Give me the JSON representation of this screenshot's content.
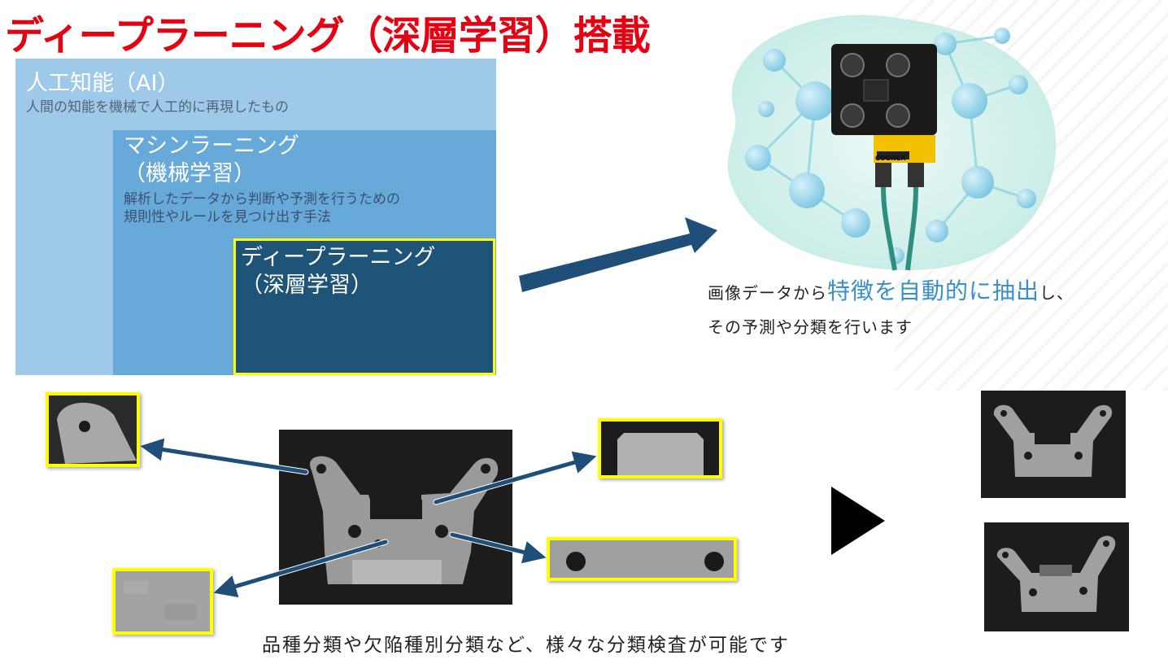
{
  "title": "ディープラーニング（深層学習）搭載",
  "ai": {
    "heading": "人工知能（AI）",
    "description": "人間の知能を機械で人工的に再現したもの"
  },
  "ml": {
    "heading_line1": "マシンラーニング",
    "heading_line2": "（機械学習）",
    "description_line1": "解析したデータから判断や予測を行うための",
    "description_line2": "規則性やルールを見つけ出す手法"
  },
  "dl": {
    "heading_line1": "ディープラーニング",
    "heading_line2": "（深層学習）"
  },
  "feature": {
    "line1_prefix": "画像データから",
    "line1_highlight": "特徴を自動的に抽出",
    "line1_suffix": "し、",
    "line2": "その予測や分類を行います"
  },
  "camera": {
    "brand": "COGNEX"
  },
  "bottom_caption": "品種分類や欠陥種別分類など、様々な分類検査が可能です",
  "colors": {
    "title_red": "#e60012",
    "highlight_blue": "#3a8fc9",
    "frame_yellow": "#ffff00",
    "arrow_navy": "#1f4e79"
  }
}
